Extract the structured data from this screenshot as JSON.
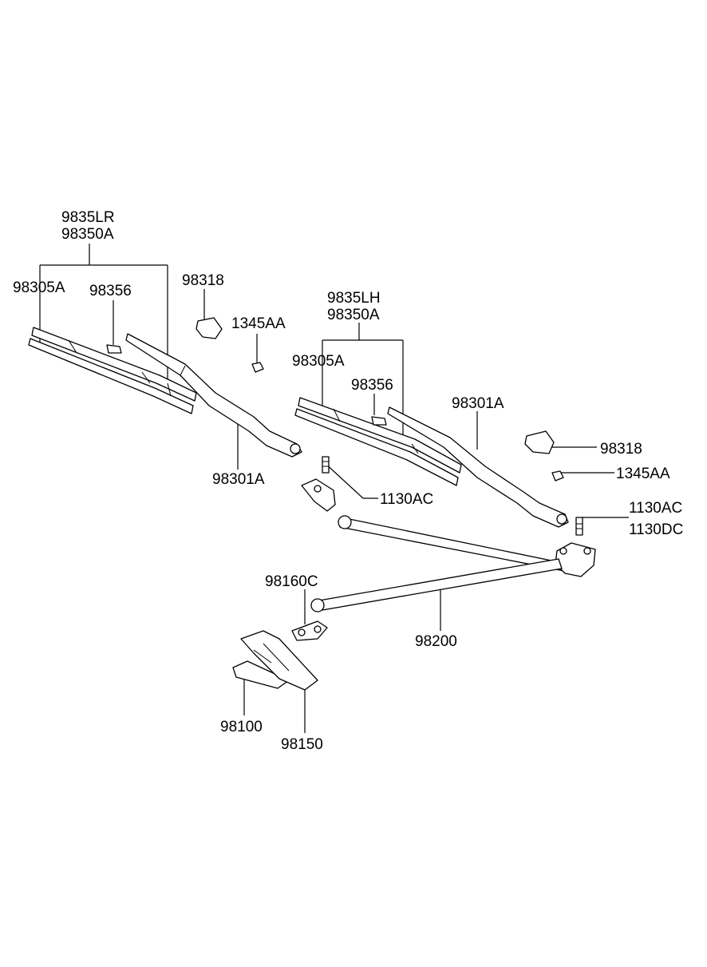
{
  "labels": {
    "blade_assy_rh_1": "9835LR",
    "blade_assy_rh_2": "98350A",
    "blade_rh": "98305A",
    "clip_rh": "98356",
    "cap_rh": "98318",
    "nut_rh": "1345AA",
    "arm_rh": "98301A",
    "bolt_pivot_rh": "1130AC",
    "blade_assy_lh_1": "9835LH",
    "blade_assy_lh_2": "98350A",
    "blade_lh": "98305A",
    "clip_lh": "98356",
    "arm_lh": "98301A",
    "cap_lh": "98318",
    "nut_lh": "1345AA",
    "bolt_lh_1": "1130AC",
    "bolt_lh_2": "1130DC",
    "bushing": "98160C",
    "linkage": "98200",
    "motor": "98100",
    "bracket": "98150"
  }
}
